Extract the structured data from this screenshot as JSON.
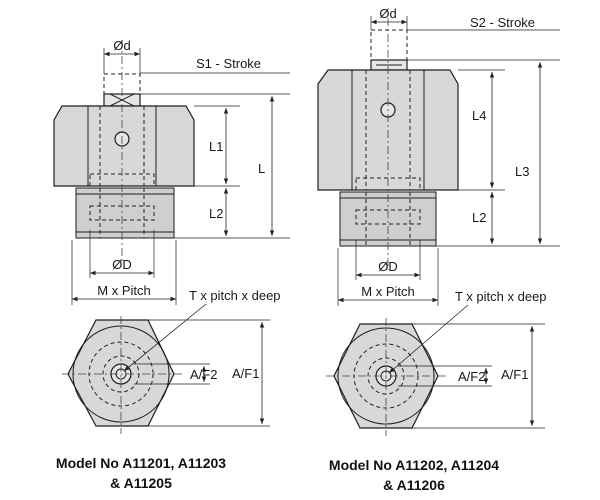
{
  "left_model": {
    "label_d": "Ød",
    "label_stroke": "S1 - Stroke",
    "label_l1": "L1",
    "label_l2": "L2",
    "label_l": "L",
    "label_D": "ØD",
    "label_thread": "M x Pitch",
    "label_tpitch": "T x pitch x deep",
    "label_af2": "A/F2",
    "label_af1": "A/F1",
    "caption_line1": "Model No A11201, A11203",
    "caption_line2": "& A11205"
  },
  "right_model": {
    "label_d": "Ød",
    "label_stroke": "S2 - Stroke",
    "label_l4": "L4",
    "label_l2": "L2",
    "label_l3": "L3",
    "label_D": "ØD",
    "label_thread": "M x Pitch",
    "label_tpitch": "T x pitch x deep",
    "label_af2": "A/F2",
    "label_af1": "A/F1",
    "caption_line1": "Model No A11202, A11204",
    "caption_line2": "& A11206"
  }
}
